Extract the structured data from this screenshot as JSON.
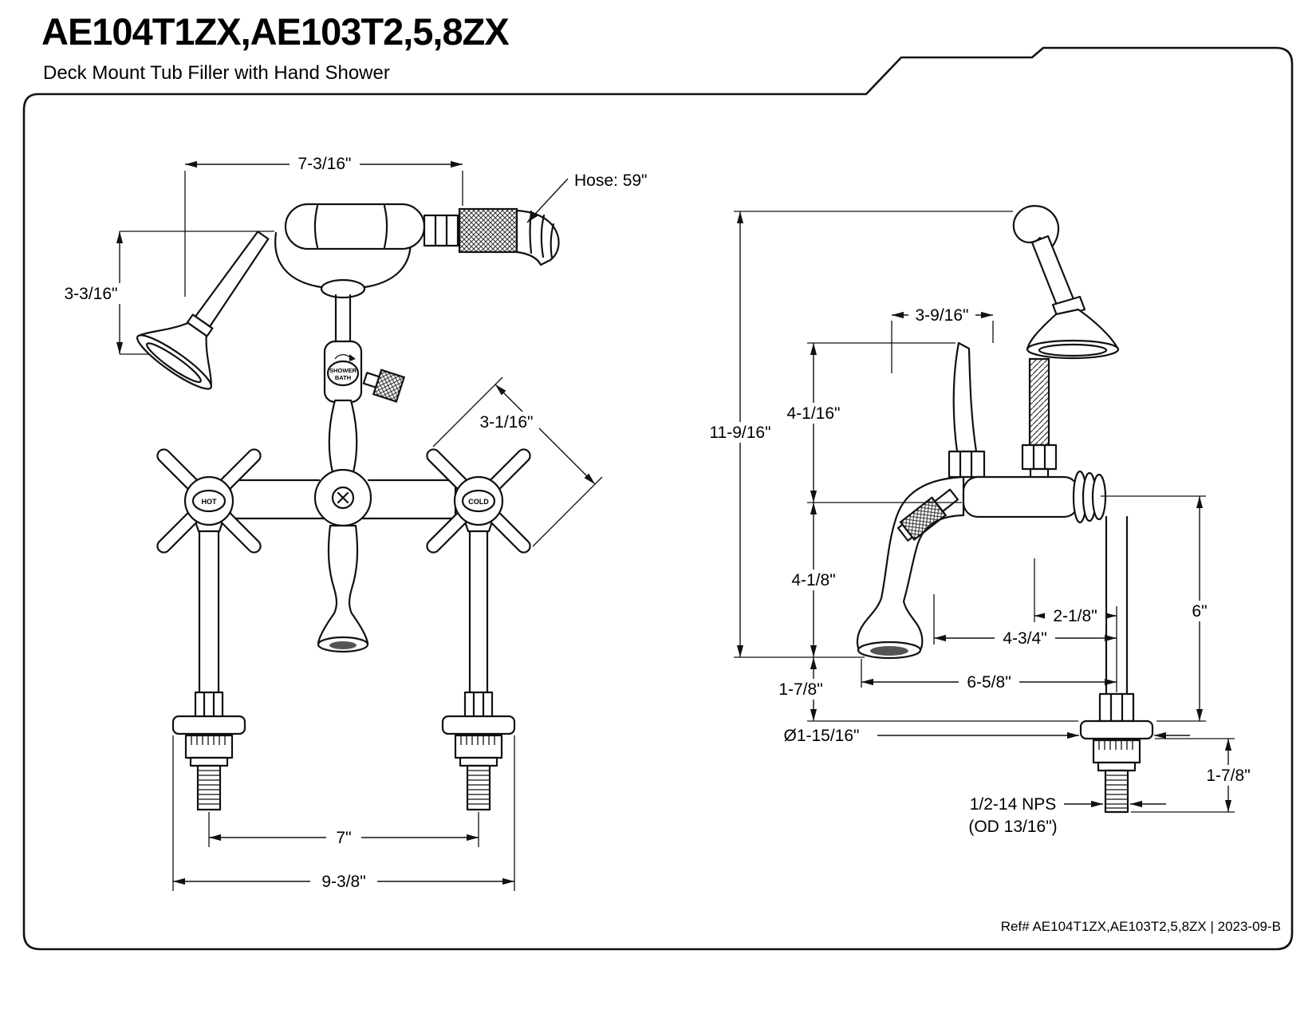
{
  "header": {
    "title": "AE104T1ZX,AE103T2,5,8ZX",
    "subtitle": "Deck Mount Tub Filler with Hand Shower"
  },
  "front_view": {
    "dim_top_width": "7-3/16\"",
    "hose_label": "Hose: 59\"",
    "dim_head_height": "3-3/16\"",
    "dim_handle_width": "3-1/16\"",
    "diverter_line1": "SHOWER",
    "diverter_line2": "BATH",
    "hot_label": "HOT",
    "cold_label": "COLD",
    "dim_center_spacing": "7\"",
    "dim_overall_width": "9-3/8\""
  },
  "side_view": {
    "dim_total_height": "11-9/16\"",
    "dim_hook_offset": "3-9/16\"",
    "dim_upper_height": "4-1/16\"",
    "dim_lower_height": "4-1/8\"",
    "dim_spout_to_deck": "1-7/8\"",
    "dim_spout_inner": "2-1/8\"",
    "dim_spout_mid": "4-3/4\"",
    "dim_spout_reach": "6-5/8\"",
    "dim_body_height": "6\"",
    "dim_flange_diameter": "Ø1-15/16\"",
    "dim_shank_length": "1-7/8\"",
    "thread_spec_line1": "1/2-14 NPS",
    "thread_spec_line2": "(OD 13/16\")"
  },
  "footer": {
    "ref_text": "Ref# AE104T1ZX,AE103T2,5,8ZX | 2023-09-B"
  }
}
